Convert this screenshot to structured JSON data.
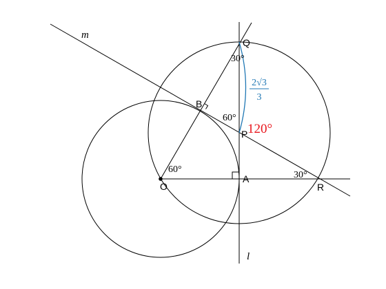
{
  "diagram": {
    "points": {
      "O": "O",
      "A": "A",
      "B": "B",
      "P": "P",
      "Q": "Q",
      "R": "R"
    },
    "lines": {
      "m": "m",
      "l": "l"
    },
    "angles": {
      "at_O": "60°",
      "at_B": "60°",
      "at_Q": "30°",
      "at_R": "30°"
    },
    "arc_label": {
      "numerator": "2√3",
      "denominator": "3",
      "color": "#1f77b4"
    },
    "angle_120": {
      "text": "120°",
      "color": "#e8141b"
    }
  }
}
